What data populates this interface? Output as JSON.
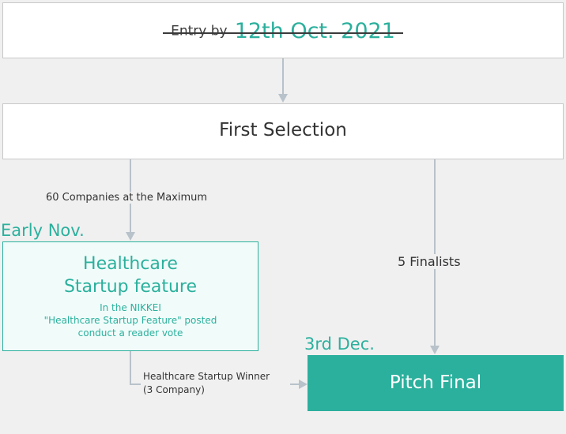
{
  "entry": {
    "prefix": "Entry by",
    "date": "12th Oct. 2021",
    "struck_through": true
  },
  "first_selection": {
    "title": "First Selection"
  },
  "connector_labels": {
    "to_healthcare": "60 Companies at the Maximum",
    "to_pitch": "5 Finalists",
    "winner_line1": "Healthcare Startup Winner",
    "winner_line2": "(3 Company)"
  },
  "healthcare": {
    "date_label": "Early Nov.",
    "title_line1": "Healthcare",
    "title_line2": "Startup feature",
    "sub_line1": "In the NIKKEI",
    "sub_line2": "\"Healthcare Startup Feature\" posted",
    "sub_line3": "conduct a reader vote"
  },
  "pitch_final": {
    "date_label": "3rd Dec.",
    "title": "Pitch Final"
  },
  "colors": {
    "accent": "#2bb09d",
    "connector": "#b8c2ca",
    "background": "#f0f0f0"
  }
}
